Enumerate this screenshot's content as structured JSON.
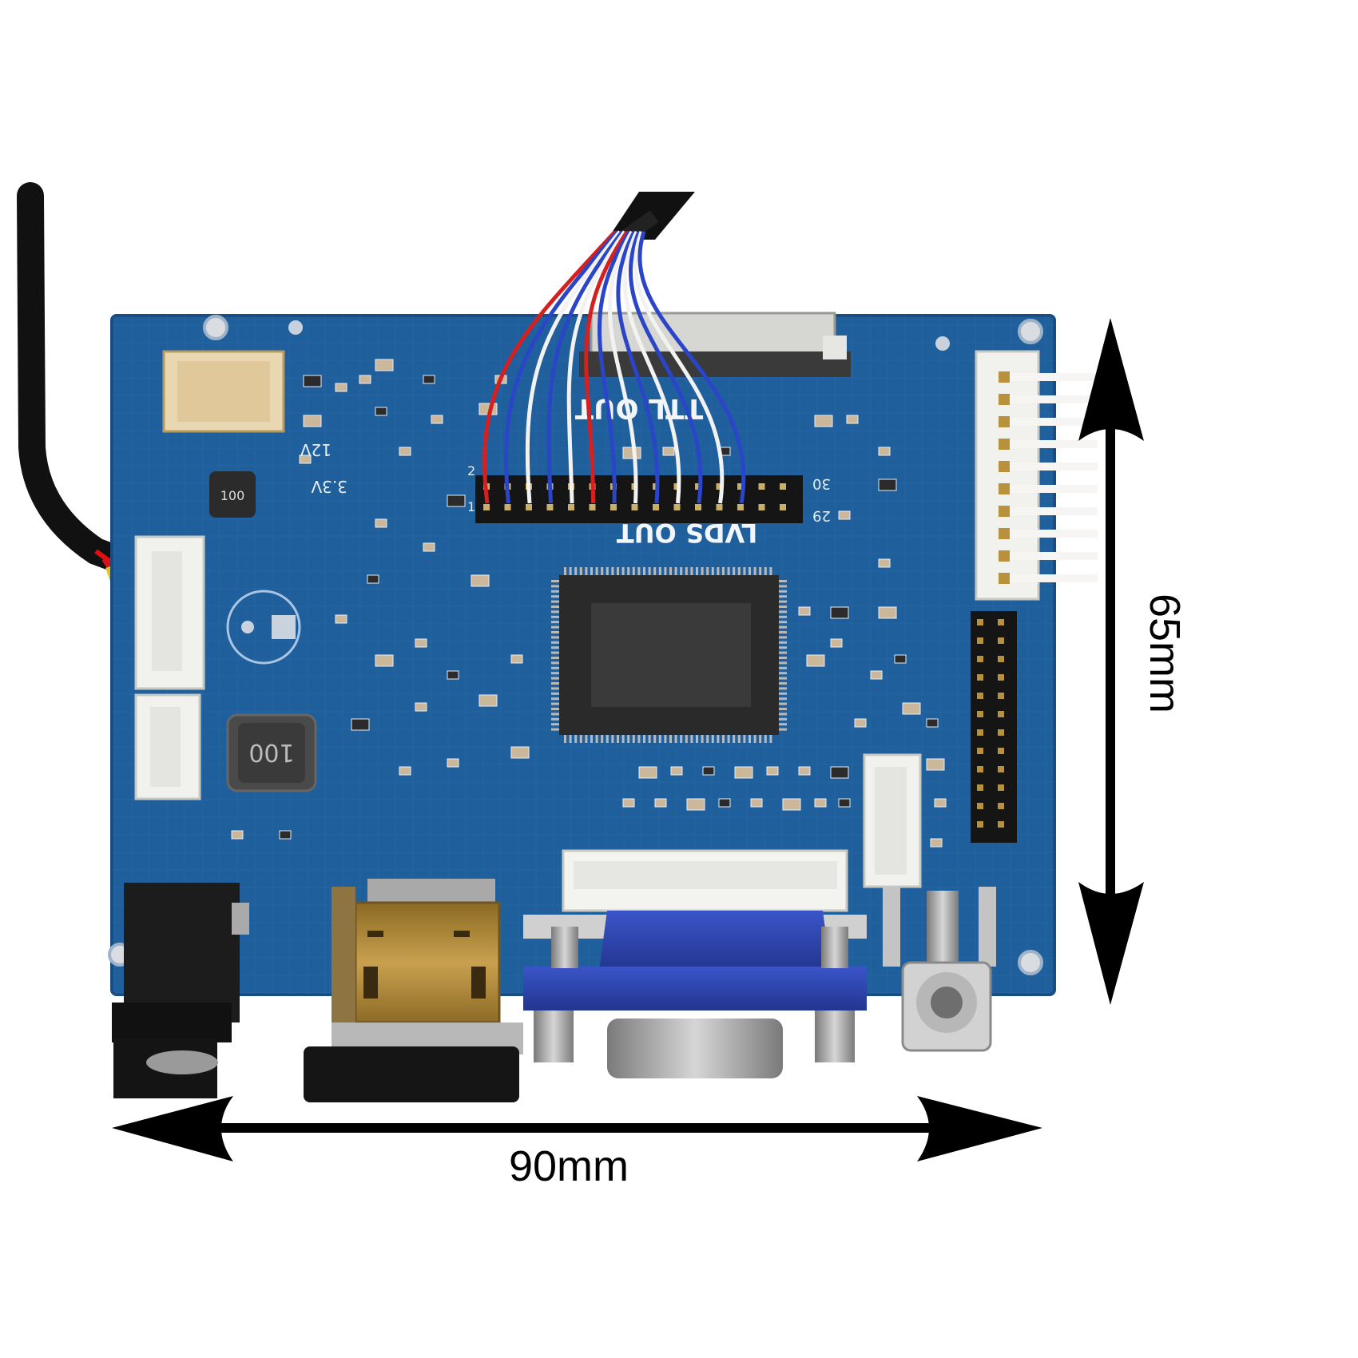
{
  "board": {
    "silkscreen": {
      "ttl_out": "TTL OUT",
      "lvds_out": "LVDS OUT",
      "v12": "12V",
      "v33": "3.3V",
      "pin_2": "2",
      "pin_1": "1",
      "pin_30": "30",
      "pin_29": "29",
      "inductor_top": "100",
      "inductor_bottom": "100"
    },
    "colors": {
      "pcb": "#1f5f9c",
      "pcb_trace": "#2a6db0",
      "pcb_edge": "#174d82",
      "chip": "#2a2a2a",
      "connector_white": "#f1f1ee",
      "vga_blue": "#2f47b8",
      "hdmi_gold": "#b8913c",
      "cable": "#111111"
    }
  },
  "dimensions": {
    "width_label": "90mm",
    "height_label": "65mm"
  }
}
